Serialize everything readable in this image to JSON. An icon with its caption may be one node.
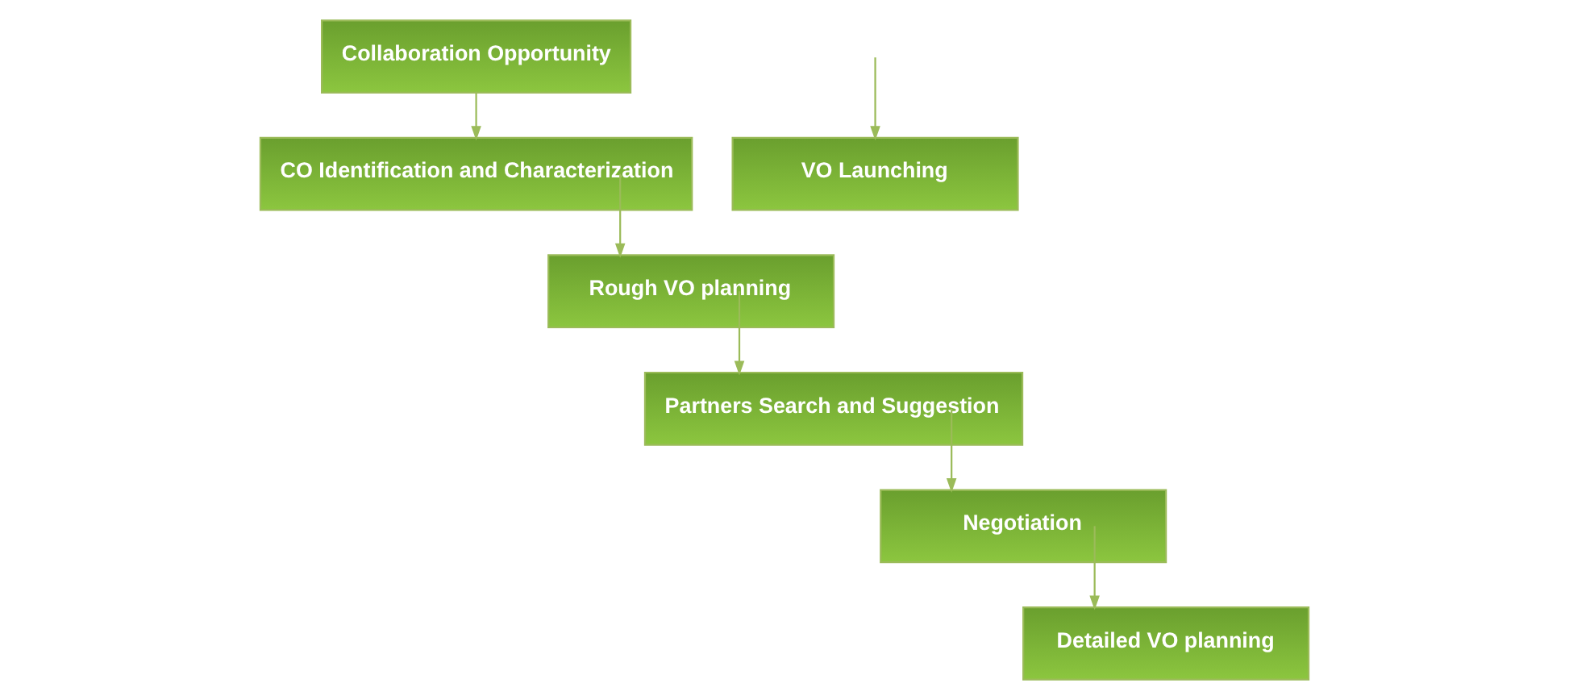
{
  "diagram": {
    "nodes": [
      {
        "text": [
          "Collaboration Opportunity"
        ]
      },
      {
        "text": [
          "CO Identification and Characterization"
        ]
      },
      {
        "text": [
          "Rough VO planning"
        ]
      },
      {
        "text": [
          "Partners Search and Suggestion"
        ]
      },
      {
        "text": [
          "Negotiation"
        ]
      },
      {
        "text": [
          "Detailed VO planning"
        ]
      },
      {
        "text": [
          "VO Launching"
        ]
      }
    ],
    "edges": [
      {
        "from": 0,
        "to": 1,
        "arrow": "to"
      },
      {
        "from": 1,
        "to": 2,
        "arrow": "to"
      },
      {
        "from": 2,
        "to": 3,
        "arrow": "to"
      },
      {
        "from": 3,
        "to": 4,
        "arrow": "to"
      },
      {
        "from": 4,
        "to": 5,
        "arrow": "to"
      },
      {
        "from": null,
        "to": 6,
        "arrow": "to"
      }
    ]
  }
}
